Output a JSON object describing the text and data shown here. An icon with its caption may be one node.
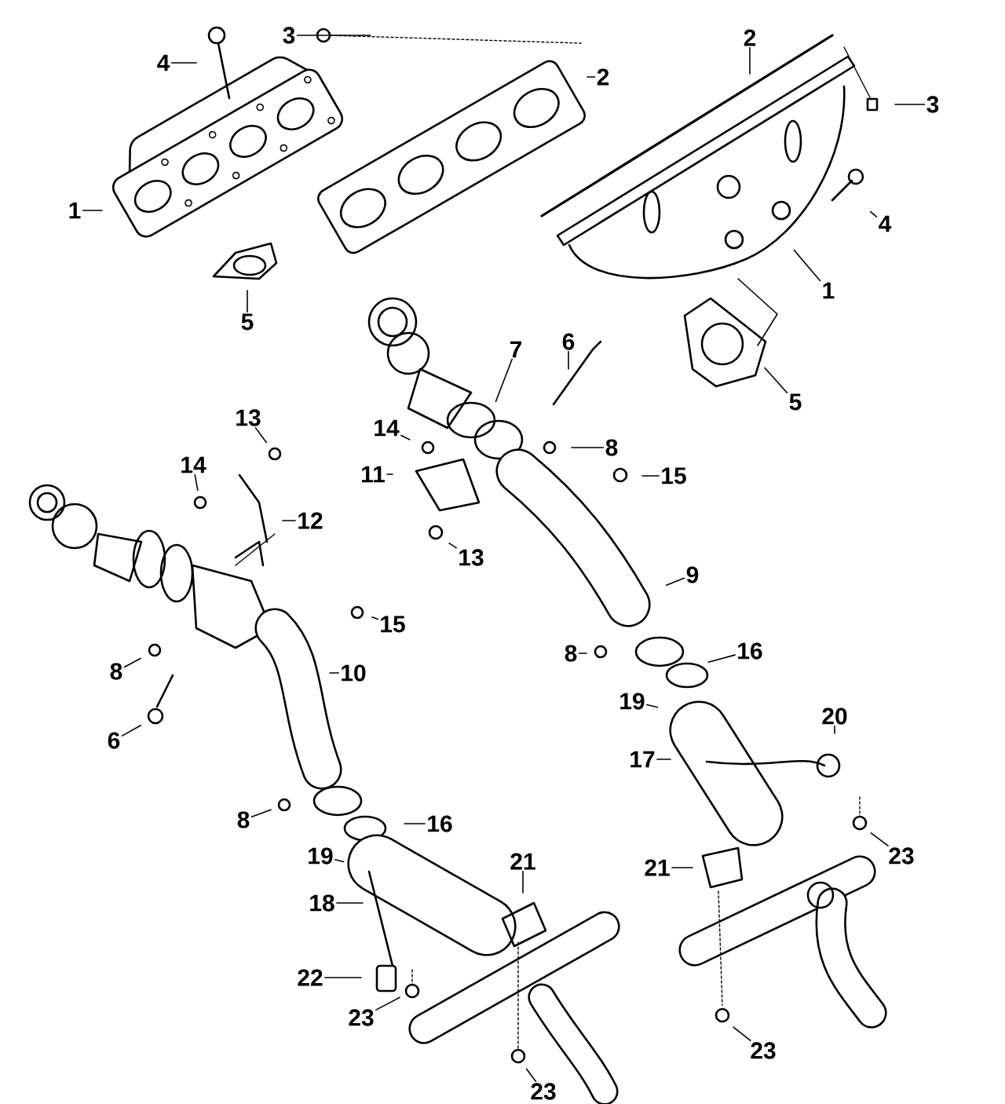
{
  "diagram": {
    "nodes": [
      {
        "text": [
          "1"
        ]
      },
      {
        "text": [
          "4"
        ]
      },
      {
        "text": [
          "3"
        ]
      },
      {
        "text": [
          "2"
        ]
      },
      {
        "text": [
          "5"
        ]
      },
      {
        "text": [
          "2"
        ]
      },
      {
        "text": [
          "3"
        ]
      },
      {
        "text": [
          "4"
        ]
      },
      {
        "text": [
          "1"
        ]
      },
      {
        "text": [
          "5"
        ]
      },
      {
        "text": [
          "6"
        ]
      },
      {
        "text": [
          "7"
        ]
      },
      {
        "text": [
          "8"
        ]
      },
      {
        "text": [
          "14"
        ]
      },
      {
        "text": [
          "11"
        ]
      },
      {
        "text": [
          "15"
        ]
      },
      {
        "text": [
          "13"
        ]
      },
      {
        "text": [
          "13"
        ]
      },
      {
        "text": [
          "14"
        ]
      },
      {
        "text": [
          "12"
        ]
      },
      {
        "text": [
          "9"
        ]
      },
      {
        "text": [
          "15"
        ]
      },
      {
        "text": [
          "10"
        ]
      },
      {
        "text": [
          "8"
        ]
      },
      {
        "text": [
          "6"
        ]
      },
      {
        "text": [
          "8"
        ]
      },
      {
        "text": [
          "16"
        ]
      },
      {
        "text": [
          "19"
        ]
      },
      {
        "text": [
          "20"
        ]
      },
      {
        "text": [
          "17"
        ]
      },
      {
        "text": [
          "23"
        ]
      },
      {
        "text": [
          "8"
        ]
      },
      {
        "text": [
          "16"
        ]
      },
      {
        "text": [
          "19"
        ]
      },
      {
        "text": [
          "21"
        ]
      },
      {
        "text": [
          "18"
        ]
      },
      {
        "text": [
          "21"
        ]
      },
      {
        "text": [
          "22"
        ]
      },
      {
        "text": [
          "23"
        ]
      },
      {
        "text": [
          "23"
        ]
      },
      {
        "text": [
          "23"
        ]
      }
    ],
    "edges": [
      {
        "from": 0,
        "to": null,
        "arrow": "none"
      },
      {
        "from": 1,
        "to": null,
        "arrow": "none"
      },
      {
        "from": 2,
        "to": null,
        "arrow": "none"
      },
      {
        "from": 3,
        "to": null,
        "arrow": "none"
      },
      {
        "from": 4,
        "to": null,
        "arrow": "none"
      },
      {
        "from": 5,
        "to": null,
        "arrow": "none"
      },
      {
        "from": 6,
        "to": null,
        "arrow": "none"
      },
      {
        "from": 7,
        "to": null,
        "arrow": "none"
      },
      {
        "from": 8,
        "to": null,
        "arrow": "none"
      },
      {
        "from": 9,
        "to": null,
        "arrow": "none"
      },
      {
        "from": 10,
        "to": null,
        "arrow": "none"
      },
      {
        "from": 11,
        "to": null,
        "arrow": "none"
      },
      {
        "from": 12,
        "to": null,
        "arrow": "none"
      },
      {
        "from": 13,
        "to": null,
        "arrow": "none"
      },
      {
        "from": 14,
        "to": null,
        "arrow": "none"
      },
      {
        "from": 15,
        "to": null,
        "arrow": "none"
      },
      {
        "from": 16,
        "to": null,
        "arrow": "none"
      },
      {
        "from": 17,
        "to": null,
        "arrow": "none"
      },
      {
        "from": 18,
        "to": null,
        "arrow": "none"
      },
      {
        "from": 19,
        "to": null,
        "arrow": "none"
      },
      {
        "from": 20,
        "to": null,
        "arrow": "none"
      },
      {
        "from": 21,
        "to": null,
        "arrow": "none"
      },
      {
        "from": 22,
        "to": null,
        "arrow": "none"
      },
      {
        "from": 23,
        "to": null,
        "arrow": "none"
      },
      {
        "from": 24,
        "to": null,
        "arrow": "none"
      },
      {
        "from": 25,
        "to": null,
        "arrow": "none"
      },
      {
        "from": 26,
        "to": null,
        "arrow": "none"
      },
      {
        "from": 27,
        "to": null,
        "arrow": "none"
      },
      {
        "from": 28,
        "to": null,
        "arrow": "none"
      },
      {
        "from": 29,
        "to": null,
        "arrow": "none"
      },
      {
        "from": 30,
        "to": null,
        "arrow": "none"
      },
      {
        "from": 31,
        "to": null,
        "arrow": "none"
      },
      {
        "from": 32,
        "to": null,
        "arrow": "none"
      },
      {
        "from": 33,
        "to": null,
        "arrow": "none"
      },
      {
        "from": 34,
        "to": null,
        "arrow": "none"
      },
      {
        "from": 35,
        "to": null,
        "arrow": "none"
      },
      {
        "from": 36,
        "to": null,
        "arrow": "none"
      },
      {
        "from": 37,
        "to": null,
        "arrow": "none"
      },
      {
        "from": 38,
        "to": null,
        "arrow": "none"
      },
      {
        "from": 39,
        "to": null,
        "arrow": "none"
      },
      {
        "from": 40,
        "to": null,
        "arrow": "none"
      }
    ]
  }
}
